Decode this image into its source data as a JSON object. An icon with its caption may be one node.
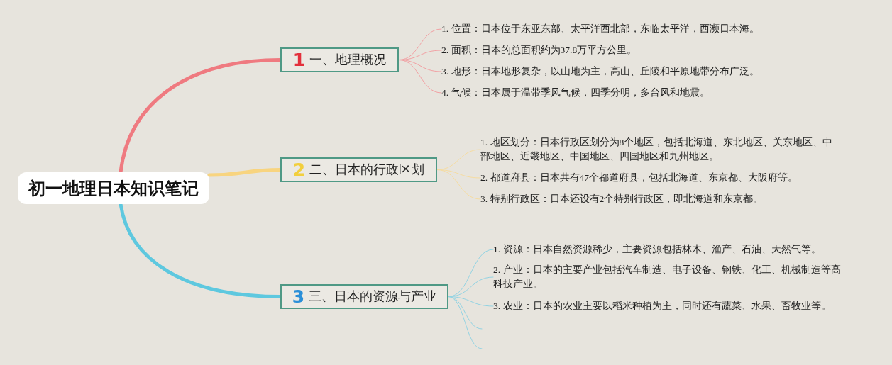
{
  "diagram": {
    "nodes": [
      {
        "text": [
          "初一地理日本知识笔记"
        ]
      },
      {
        "text": [
          "1",
          "一、地理概况"
        ]
      },
      {
        "text": [
          "1. 位置：日本位于东亚东部、太平洋西北部，东临太平洋，西濒日本海。"
        ]
      },
      {
        "text": [
          "2. 面积：日本的总面积约为37.8万平方公里。"
        ]
      },
      {
        "text": [
          "3. 地形：日本地形复杂，以山地为主，高山、丘陵和平原地带分布广泛。"
        ]
      },
      {
        "text": [
          "4. 气候：日本属于温带季风气候，四季分明，多台风和地震。"
        ]
      },
      {
        "text": [
          "2",
          "二、日本的行政区划"
        ]
      },
      {
        "text": [
          "1. 地区划分：日本行政区划分为8个地区，包括北海道、东北地区、关东地区、中部地区、近畿地区、中国地区、四国地区和九州地区。"
        ]
      },
      {
        "text": [
          "2. 都道府县：日本共有47个都道府县，包括北海道、东京都、大阪府等。"
        ]
      },
      {
        "text": [
          "3. 特别行政区：日本还设有2个特别行政区，即北海道和东京都。"
        ]
      },
      {
        "text": [
          "3",
          "三、日本的资源与产业"
        ]
      },
      {
        "text": [
          "1. 资源：日本自然资源稀少，主要资源包括林木、渔产、石油、天然气等。"
        ]
      },
      {
        "text": [
          "2. 产业：日本的主要产业包括汽车制造、电子设备、钢铁、化工、机械制造等高科技产业。"
        ]
      },
      {
        "text": [
          "3. 农业：日本的农业主要以稻米种植为主，同时还有蔬菜、水果、畜牧业等。"
        ]
      }
    ],
    "edges": [
      {
        "from": 0,
        "to": 1,
        "arrow": "none",
        "style": "thick",
        "color": "#ef7a80"
      },
      {
        "from": 0,
        "to": 6,
        "arrow": "none",
        "style": "thick",
        "color": "#f8d47f"
      },
      {
        "from": 0,
        "to": 10,
        "arrow": "none",
        "style": "thick",
        "color": "#5ec8df"
      },
      {
        "from": 1,
        "to": 2,
        "arrow": "none",
        "color": "#f2a0a3"
      },
      {
        "from": 1,
        "to": 3,
        "arrow": "none",
        "color": "#f2a0a3"
      },
      {
        "from": 1,
        "to": 4,
        "arrow": "none",
        "color": "#f2a0a3"
      },
      {
        "from": 1,
        "to": 5,
        "arrow": "none",
        "color": "#f2a0a3"
      },
      {
        "from": 6,
        "to": 7,
        "arrow": "none",
        "color": "#f6dca0"
      },
      {
        "from": 6,
        "to": 8,
        "arrow": "none",
        "color": "#f6dca0"
      },
      {
        "from": 6,
        "to": 9,
        "arrow": "none",
        "color": "#f6dca0"
      },
      {
        "from": 10,
        "to": 11,
        "arrow": "none",
        "color": "#92d3e3"
      },
      {
        "from": 10,
        "to": 12,
        "arrow": "none",
        "color": "#92d3e3"
      },
      {
        "from": 10,
        "to": 13,
        "arrow": "none",
        "color": "#92d3e3"
      },
      {
        "from": 10,
        "to": null,
        "arrow": "none",
        "color": "#92d3e3"
      },
      {
        "from": 10,
        "to": null,
        "arrow": "none",
        "color": "#92d3e3"
      }
    ]
  }
}
